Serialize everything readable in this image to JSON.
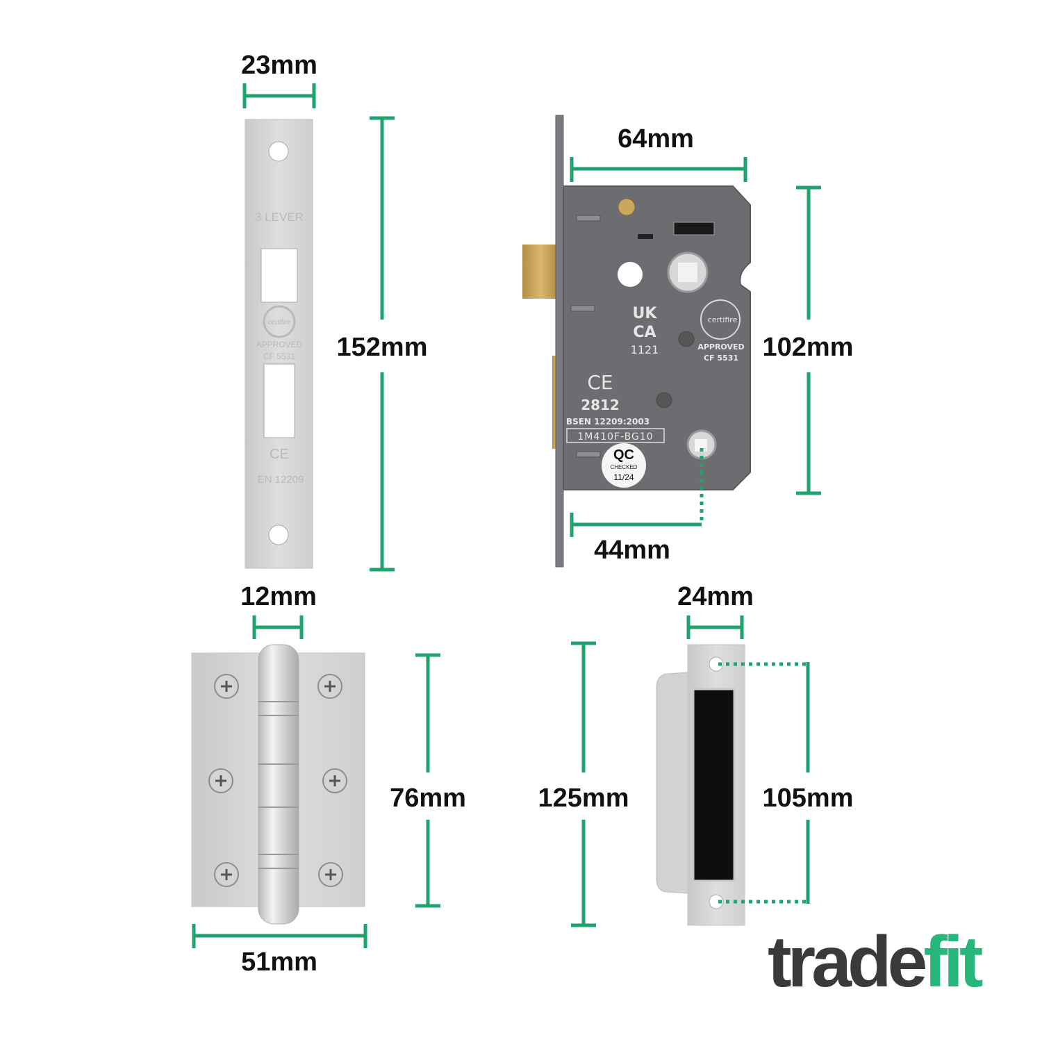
{
  "dimensions": {
    "forend_width": "23mm",
    "forend_height": "152mm",
    "case_width": "64mm",
    "case_height": "102mm",
    "backset": "44mm",
    "hinge_knuckle": "12mm",
    "hinge_height": "76mm",
    "hinge_width": "51mm",
    "strike_width": "24mm",
    "strike_height": "125mm",
    "strike_centres": "105mm"
  },
  "forend_markings": {
    "type": "3 LEVER",
    "cert": "certifire",
    "approved": "APPROVED",
    "cf": "CF 5531",
    "ce": "CE",
    "standard": "EN 12209"
  },
  "case_markings": {
    "ukca_1": "UK",
    "ukca_2": "CA",
    "ukca_num": "1121",
    "cert": "certifire",
    "approved": "APPROVED",
    "cf": "CF 5531",
    "ce": "CE",
    "ce_num": "2812",
    "standard": "BSEN 12209:2003",
    "code": "1M410F-BG10",
    "qc": "QC",
    "qc_checked": "CHECKED",
    "qc_date": "11/24"
  },
  "logo": {
    "part1": "trade",
    "part2": "fit",
    "color_dark": "#3a3a3c",
    "color_green": "#27b77a"
  },
  "colors": {
    "dimension": "#1fa36e",
    "case": "#6c6d70",
    "brass": "#c9a85c"
  }
}
